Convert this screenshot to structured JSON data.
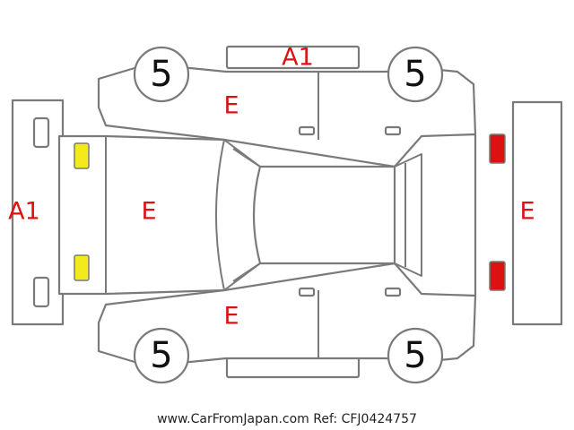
{
  "colors": {
    "outline": "#7a7a7a",
    "code_text": "#dd1111",
    "light_yellow": "#f2ea1a",
    "light_red": "#dd1111",
    "background": "#ffffff"
  },
  "codes": {
    "roof": "A1",
    "front_bumper": "A1",
    "hood": "E",
    "rear_bumper": "E",
    "left_door": "E",
    "right_door": "E"
  },
  "tire_tread": {
    "front_left": "5",
    "rear_left": "5",
    "front_right": "5",
    "rear_right": "5"
  },
  "footer": "www.CarFromJapan.com Ref: CFJ0424757"
}
